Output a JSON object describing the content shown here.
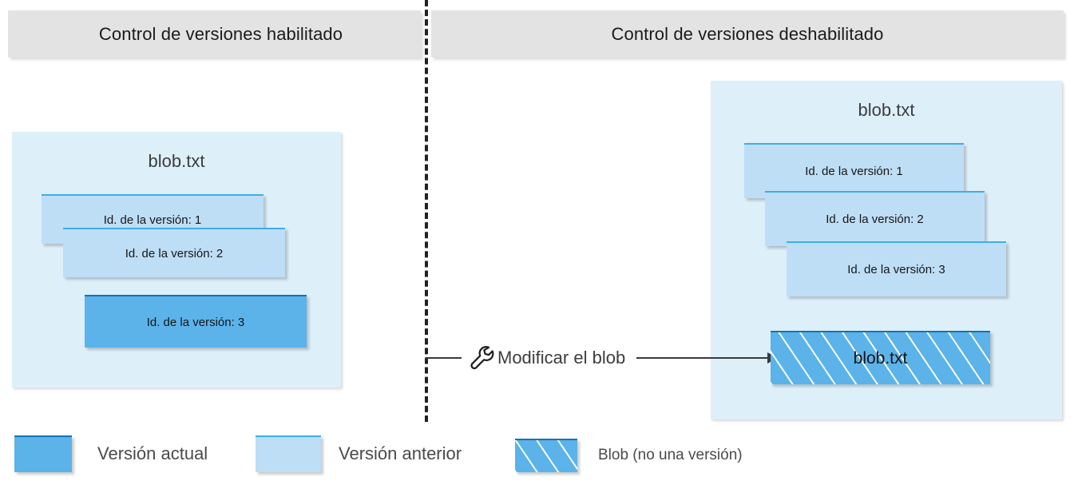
{
  "headers": {
    "left": "Control de versiones habilitado",
    "right": "Control de versiones deshabilitado"
  },
  "panels": {
    "left": {
      "title": "blob.txt",
      "versions": [
        {
          "label": "Id. de la versión: 1",
          "state": "previous"
        },
        {
          "label": "Id. de la versión: 2",
          "state": "previous"
        },
        {
          "label": "Id. de la versión: 3",
          "state": "current"
        }
      ]
    },
    "right": {
      "title": "blob.txt",
      "versions": [
        {
          "label": "Id. de la versión: 1",
          "state": "previous"
        },
        {
          "label": "Id. de la versión: 2",
          "state": "previous"
        },
        {
          "label": "Id. de la versión: 3",
          "state": "previous"
        }
      ],
      "blob": {
        "label": "blob.txt",
        "state": "blob-not-a-version"
      }
    }
  },
  "connector": {
    "icon": "wrench-icon",
    "label": "Modificar el blob"
  },
  "legend": [
    {
      "label": "Versión actual",
      "swatch": "current"
    },
    {
      "label": "Versión anterior",
      "swatch": "previous"
    },
    {
      "label": "Blob (no una versión)",
      "swatch": "hatched"
    }
  ],
  "colors": {
    "header_band": "#e3e3e3",
    "panel_background": "#ddeff9",
    "current_version": "#5bb3ea",
    "current_version_border": "#1572b5",
    "previous_version": "#bedef6",
    "previous_version_border": "#3fadea",
    "connector_line": "#3a3a3a",
    "divider_dash": "#222222"
  }
}
